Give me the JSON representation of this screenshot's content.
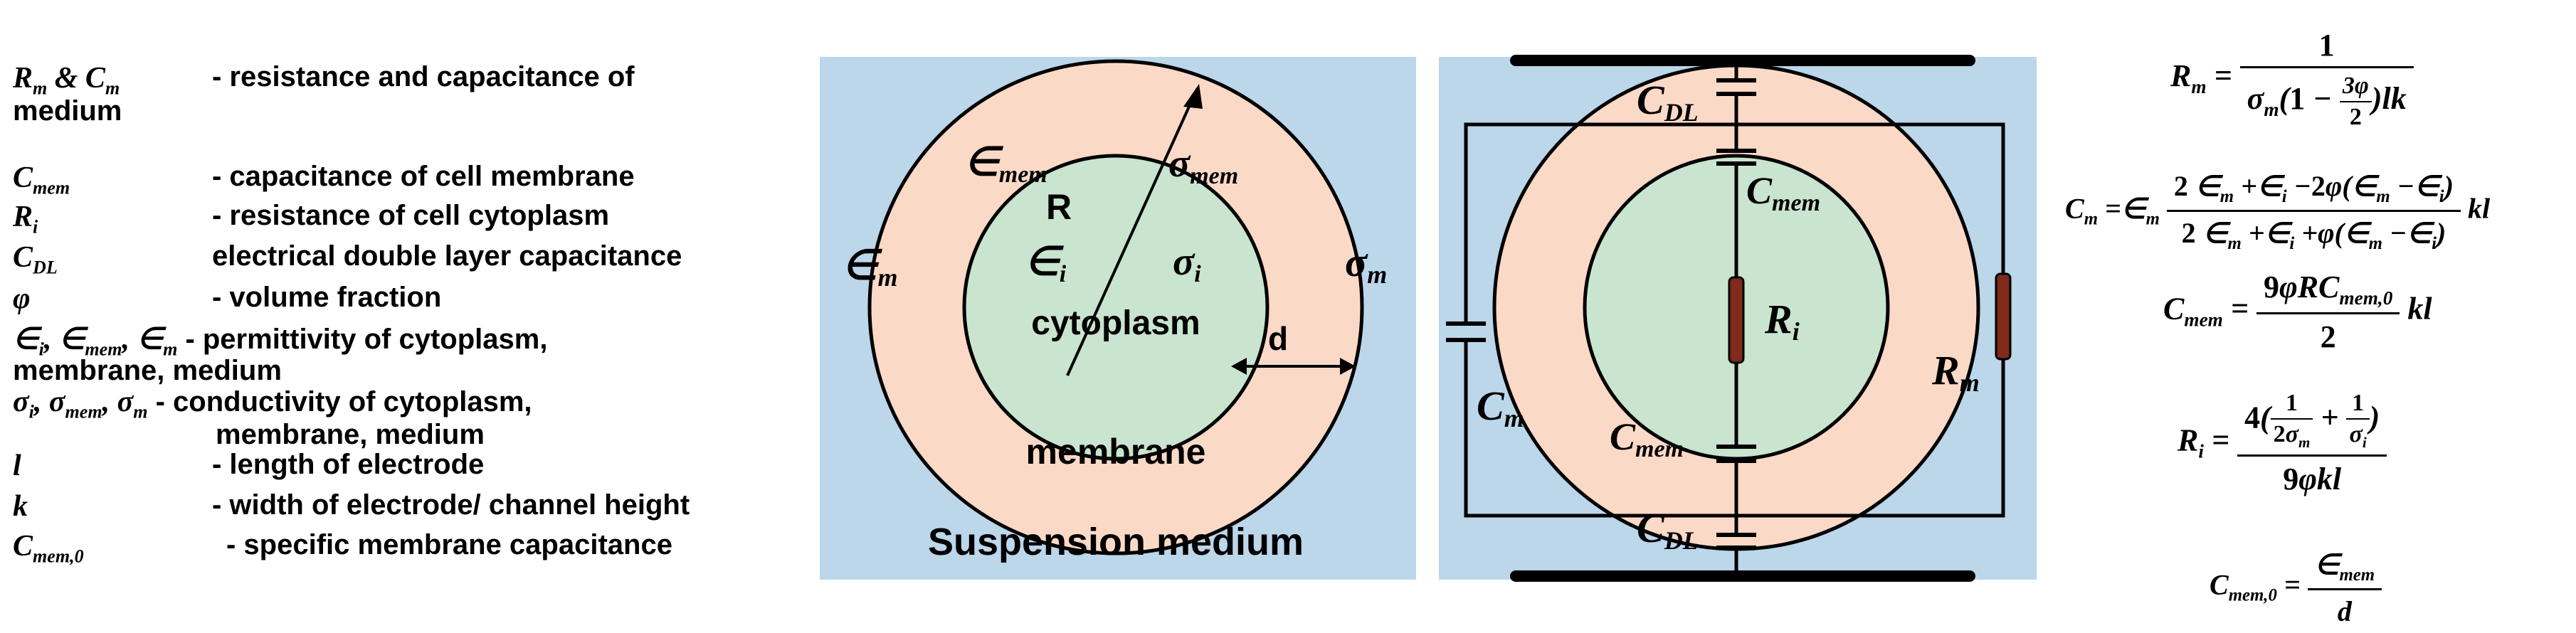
{
  "legend": [
    {
      "sym": "R",
      "sym_sub": "m",
      "sym_rest": " & ",
      "sym2": "C",
      "sym2_sub": "m",
      "desc": "- resistance and capacitance of",
      "cont": "medium"
    },
    {
      "sym": "C",
      "sym_sub": "mem",
      "desc": "- capacitance of cell membrane"
    },
    {
      "sym": "R",
      "sym_sub": "i",
      "desc": "- resistance of cell cytoplasm"
    },
    {
      "sym": "C",
      "sym_sub": "DL",
      "desc": "electrical double layer capacitance"
    },
    {
      "sym": "φ",
      "desc": "- volume fraction"
    },
    {
      "sym": "∈",
      "sym_sub": "i",
      "sym_rest": ", ∈",
      "sym2_sub": "mem",
      "sym3": ", ∈",
      "sym3_sub": "m",
      "desc": " - permittivity of cytoplasm,",
      "cont": "membrane, medium"
    },
    {
      "sym": "σ",
      "sym_sub": "i",
      "sym_rest": ", σ",
      "sym2_sub": "mem",
      "sym3": ", σ",
      "sym3_sub": "m",
      "desc": " - conductivity of cytoplasm,",
      "cont": "membrane, medium"
    },
    {
      "sym": "l",
      "desc": "- length of electrode"
    },
    {
      "sym": "k",
      "desc": "- width of electrode/ channel height"
    },
    {
      "sym": "C",
      "sym_sub": "mem,0",
      "desc": "-  specific membrane capacitance"
    }
  ],
  "cell": {
    "eps_medium": "∈",
    "eps_medium_sub": "m",
    "eps_mem": "∈",
    "eps_mem_sub": "mem",
    "sigma_mem": "σ",
    "sigma_mem_sub": "mem",
    "radius": "R",
    "eps_i": "∈",
    "eps_i_sub": "i",
    "sigma_i": "σ",
    "sigma_i_sub": "i",
    "sigma_m": "σ",
    "sigma_m_sub": "m",
    "thickness": "d",
    "cytoplasm": "cytoplasm",
    "membrane": "membrane",
    "medium_label": "Suspension medium"
  },
  "circuit": {
    "cdl_top": "C",
    "cdl_top_sub": "DL",
    "cmem_top": "C",
    "cmem_top_sub": "mem",
    "ri": "R",
    "ri_sub": "i",
    "cm": "C",
    "cm_sub": "m",
    "rm": "R",
    "rm_sub": "m",
    "cmem_bot": "C",
    "cmem_bot_sub": "mem",
    "cdl_bot": "C",
    "cdl_bot_sub": "DL"
  },
  "colors": {
    "medium_bg": "#bcd6ea",
    "membrane": "#fbd9c7",
    "cytoplasm": "#c9e4cf",
    "resistor": "#7f2a1a"
  }
}
